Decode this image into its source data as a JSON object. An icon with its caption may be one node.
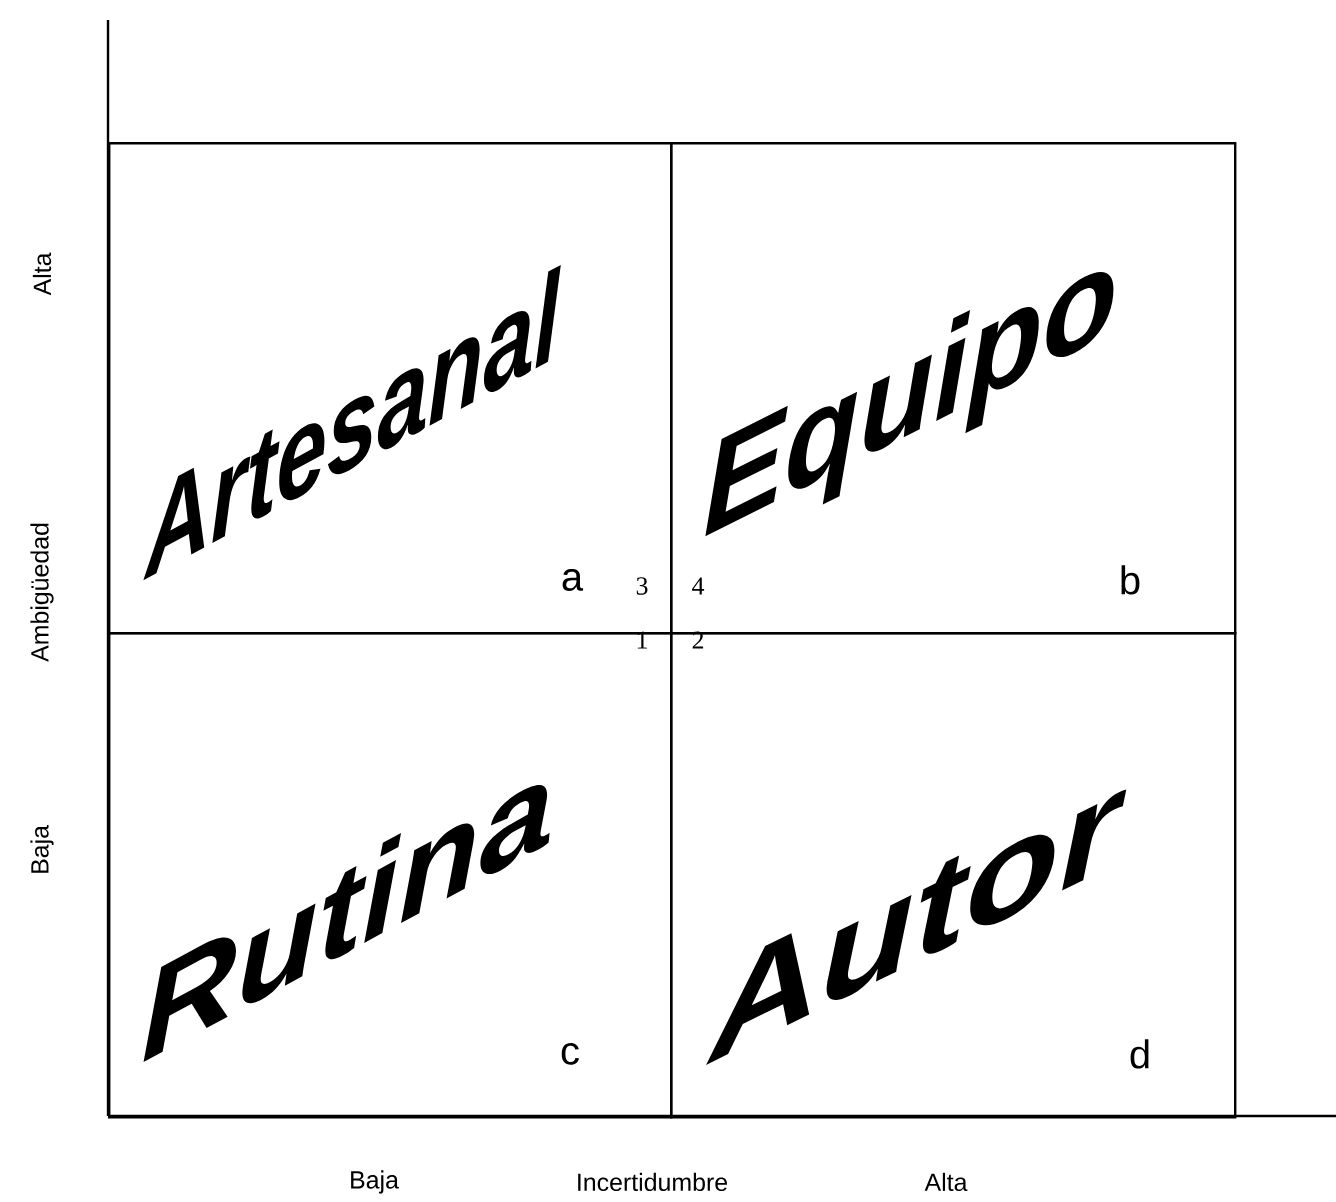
{
  "diagram": {
    "nodes": [
      {
        "text": [
          "Artesanal",
          "a"
        ]
      },
      {
        "text": [
          "Equipo",
          "b"
        ]
      },
      {
        "text": [
          "Rutina",
          "c"
        ]
      },
      {
        "text": [
          "Autor",
          "d"
        ]
      }
    ],
    "labels": [
      "Alta",
      "Ambigüedad",
      "Baja",
      "3",
      "4",
      "1",
      "2",
      "Baja",
      "Incertidumbre",
      "Alta"
    ]
  }
}
